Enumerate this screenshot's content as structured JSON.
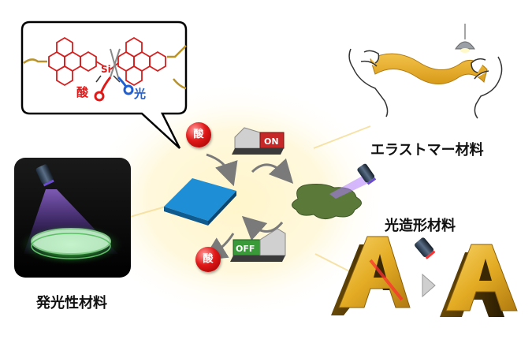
{
  "bubble": {
    "cleave_atom": "Si",
    "acid_label": "酸",
    "light_label": "光"
  },
  "cycle": {
    "acid_label": "酸",
    "on_label": "ON",
    "off_label": "OFF"
  },
  "applications": {
    "elastomer": "エラストマー材料",
    "photo_shaping": "光造形材料",
    "luminescent": "発光性材料"
  },
  "colors": {
    "acid_red": "#e01818",
    "light_blue": "#1f5fd1",
    "film_blue": "#1e8fd6",
    "gel_green": "#5b7a3a",
    "elastomer_gold": "#e0a82a",
    "switch_on": "#c62828",
    "switch_off": "#3a9a3a",
    "glow": "#fff1b8"
  }
}
